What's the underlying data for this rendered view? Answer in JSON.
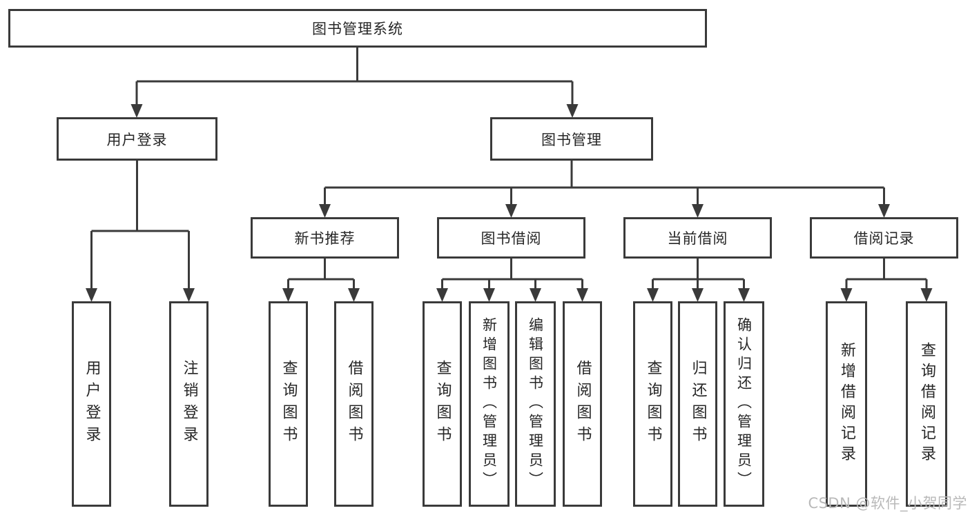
{
  "tree": {
    "root": "图书管理系统",
    "branches": [
      {
        "label": "用户登录",
        "children": [
          "用户登录",
          "注销登录"
        ]
      },
      {
        "label": "图书管理",
        "children": [
          {
            "label": "新书推荐",
            "children": [
              "查询图书",
              "借阅图书"
            ]
          },
          {
            "label": "图书借阅",
            "children": [
              "查询图书",
              "新增图书（管理员）",
              "编辑图书（管理员）",
              "借阅图书"
            ]
          },
          {
            "label": "当前借阅",
            "children": [
              "查询图书",
              "归还图书",
              "确认归还（管理员）"
            ]
          },
          {
            "label": "借阅记录",
            "children": [
              "新增借阅记录",
              "查询借阅记录"
            ]
          }
        ]
      }
    ]
  },
  "watermark": "CSDN @软件_小贺同学",
  "colors": {
    "line": "#3a3a3a",
    "box_border": "#3a3a3a",
    "box_fill": "#ffffff",
    "text": "#262626",
    "watermark": "#b9b9b9",
    "background": "#ffffff"
  }
}
